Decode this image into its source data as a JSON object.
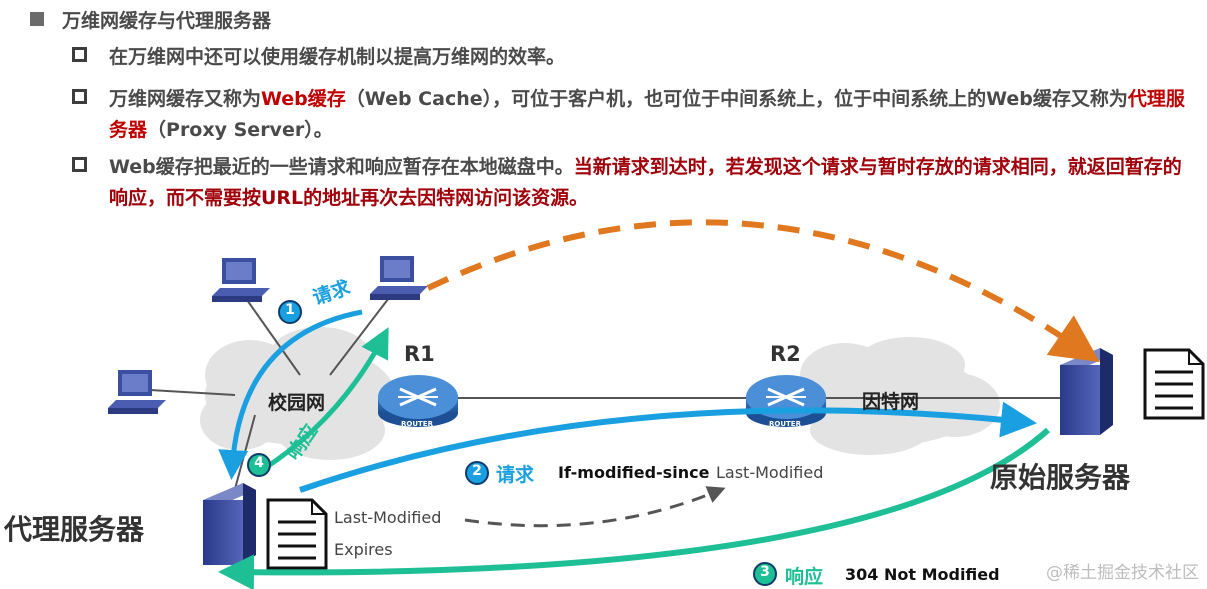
{
  "heading": "万维网缓存与代理服务器",
  "bullets": [
    {
      "parts": [
        {
          "t": "在万维网中还可以使用缓存机制以提高万维网的效率。",
          "c": ""
        }
      ]
    },
    {
      "parts": [
        {
          "t": "万维网缓存又称为",
          "c": ""
        },
        {
          "t": "Web缓存",
          "c": "red"
        },
        {
          "t": "（Web Cache），可位于客户机，也可位于中间系统上，位于中间系统上的Web缓存又称为",
          "c": ""
        },
        {
          "t": "代理服务器",
          "c": "red"
        },
        {
          "t": "（Proxy Server）。",
          "c": ""
        }
      ]
    },
    {
      "parts": [
        {
          "t": "Web缓存把最近的一些请求和响应暂存在本地磁盘中。",
          "c": ""
        },
        {
          "t": "当新请求到达时，若发现这个请求与暂时存放的请求相同，就返回暂存的响应，而不需要按URL的地址再次去因特网访问该资源。",
          "c": "darkred"
        }
      ]
    }
  ],
  "diagram": {
    "campus_net": "校园网",
    "internet": "因特网",
    "r1": "R1",
    "r2": "R2",
    "router_text": "ROUTER",
    "proxy_server": "代理服务器",
    "origin_server": "原始服务器",
    "step1_num": "1",
    "step1_label": "请求",
    "step2_num": "2",
    "step2_label": "请求",
    "step2_header": "If-modified-since",
    "step2_value": "Last-Modified",
    "step3_num": "3",
    "step3_label": "响应",
    "step3_status": "304 Not Modified",
    "step4_num": "4",
    "step4_label": "响应",
    "doc_line1": "Last-Modified",
    "doc_line2": "Expires"
  },
  "colors": {
    "blue": "#1aa0e0",
    "teal": "#1fbf96",
    "orange": "#e07820",
    "red": "#c00000"
  },
  "watermark": "@稀土掘金技术社区"
}
